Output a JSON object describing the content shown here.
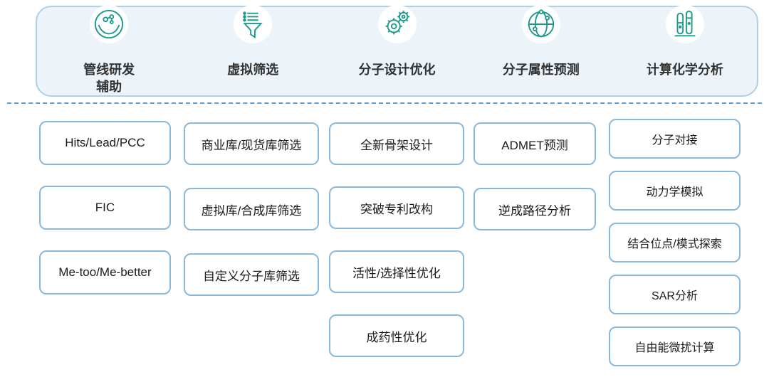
{
  "header": {
    "categories": [
      {
        "label": "管线研发\n辅助",
        "icon": "pipeline-dish-icon"
      },
      {
        "label": "虚拟筛选",
        "icon": "funnel-filter-icon"
      },
      {
        "label": "分子设计优化",
        "icon": "gears-icon"
      },
      {
        "label": "分子属性预测",
        "icon": "globe-network-icon"
      },
      {
        "label": "计算化学分析",
        "icon": "test-tubes-icon"
      }
    ]
  },
  "columns": [
    {
      "category": "管线研发辅助",
      "items": [
        "Hits/Lead/PCC",
        "FIC",
        "Me-too/Me-better"
      ]
    },
    {
      "category": "虚拟筛选",
      "items": [
        "商业库/现货库筛选",
        "虚拟库/合成库筛选",
        "自定义分子库筛选"
      ]
    },
    {
      "category": "分子设计优化",
      "items": [
        "全新骨架设计",
        "突破专利改构",
        "活性/选择性优化",
        "成药性优化"
      ]
    },
    {
      "category": "分子属性预测",
      "items": [
        "ADMET预测",
        "逆成路径分析"
      ]
    },
    {
      "category": "计算化学分析",
      "items": [
        "分子对接",
        "动力学模拟",
        "结合位点/模式探索",
        "SAR分析",
        "自由能微扰计算"
      ]
    }
  ],
  "colors": {
    "accent_border": "#8ab8dc",
    "header_bg": "#ecf4fa",
    "header_border": "#aecfe6",
    "icon_teal": "#1d9a8c",
    "divider_blue": "#5b9bd5",
    "text": "#333333"
  }
}
